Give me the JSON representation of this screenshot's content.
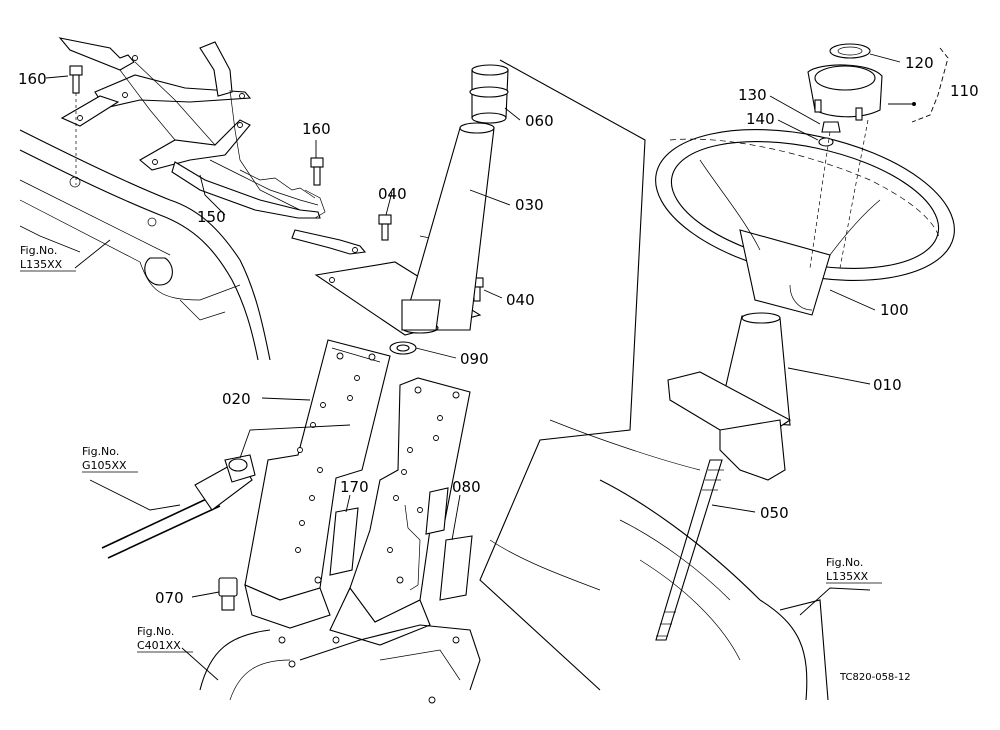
{
  "labels": {
    "p160a": "160",
    "p160b": "160",
    "p150": "150",
    "p040a": "040",
    "p040b": "040",
    "p030": "030",
    "p060": "060",
    "p090": "090",
    "p020": "020",
    "p170": "170",
    "p080": "080",
    "p070": "070",
    "p120": "120",
    "p110": "110",
    "p130": "130",
    "p140": "140",
    "p100": "100",
    "p010": "010",
    "p050": "050"
  },
  "fig_refs": {
    "l135_left": {
      "title": "Fig.No.",
      "code": "L135XX"
    },
    "g105": {
      "title": "Fig.No.",
      "code": "G105XX"
    },
    "c401": {
      "title": "Fig.No.",
      "code": "C401XX"
    },
    "l135_right": {
      "title": "Fig.No.",
      "code": "L135XX"
    }
  },
  "drawing_code": "TC820-058-12"
}
